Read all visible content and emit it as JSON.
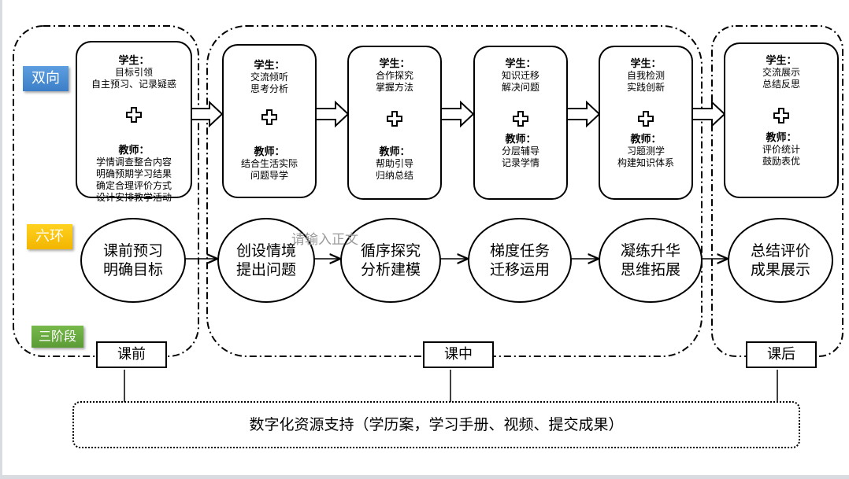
{
  "labels": {
    "two_way": "双向",
    "six_links": "六环",
    "three_stages": "三阶段"
  },
  "colors": {
    "two_way": "#4a8fd6",
    "six_links": "#f7c30a",
    "three_stages": "#67a93f"
  },
  "role_labels": {
    "student": "学生：",
    "teacher": "教师："
  },
  "icons": {
    "plus": "plus-icon",
    "arrow": "block-arrow-right-icon"
  },
  "cards": [
    {
      "student": [
        "目标引领",
        "自主预习、记录疑惑"
      ],
      "teacher": [
        "学情调查整合内容",
        "明确预期学习结果",
        "确定合理评价方式",
        "设计安排教学活动"
      ]
    },
    {
      "student": [
        "交流倾听",
        "思考分析"
      ],
      "teacher": [
        "结合生活实际",
        "问题导学"
      ]
    },
    {
      "student": [
        "合作探究",
        "掌握方法"
      ],
      "teacher": [
        "帮助引导",
        "归纳总结"
      ]
    },
    {
      "student": [
        "知识迁移",
        "解决问题"
      ],
      "teacher": [
        "分层辅导",
        "记录学情"
      ]
    },
    {
      "student": [
        "自我检测",
        "实践创新"
      ],
      "teacher": [
        "习题测学",
        "构建知识体系"
      ]
    },
    {
      "student": [
        "交流展示",
        "总结反思"
      ],
      "teacher": [
        "评价统计",
        "鼓励表优"
      ]
    }
  ],
  "circles": [
    [
      "课前预习",
      "明确目标"
    ],
    [
      "创设情境",
      "提出问题"
    ],
    [
      "循序探究",
      "分析建模"
    ],
    [
      "梯度任务",
      "迁移运用"
    ],
    [
      "凝练升华",
      "思维拓展"
    ],
    [
      "总结评价",
      "成果展示"
    ]
  ],
  "stages": [
    "课前",
    "课中",
    "课后"
  ],
  "support_text": "数字化资源支持（学历案，学习手册、视频、提交成果）",
  "watermark": "请输入正文"
}
